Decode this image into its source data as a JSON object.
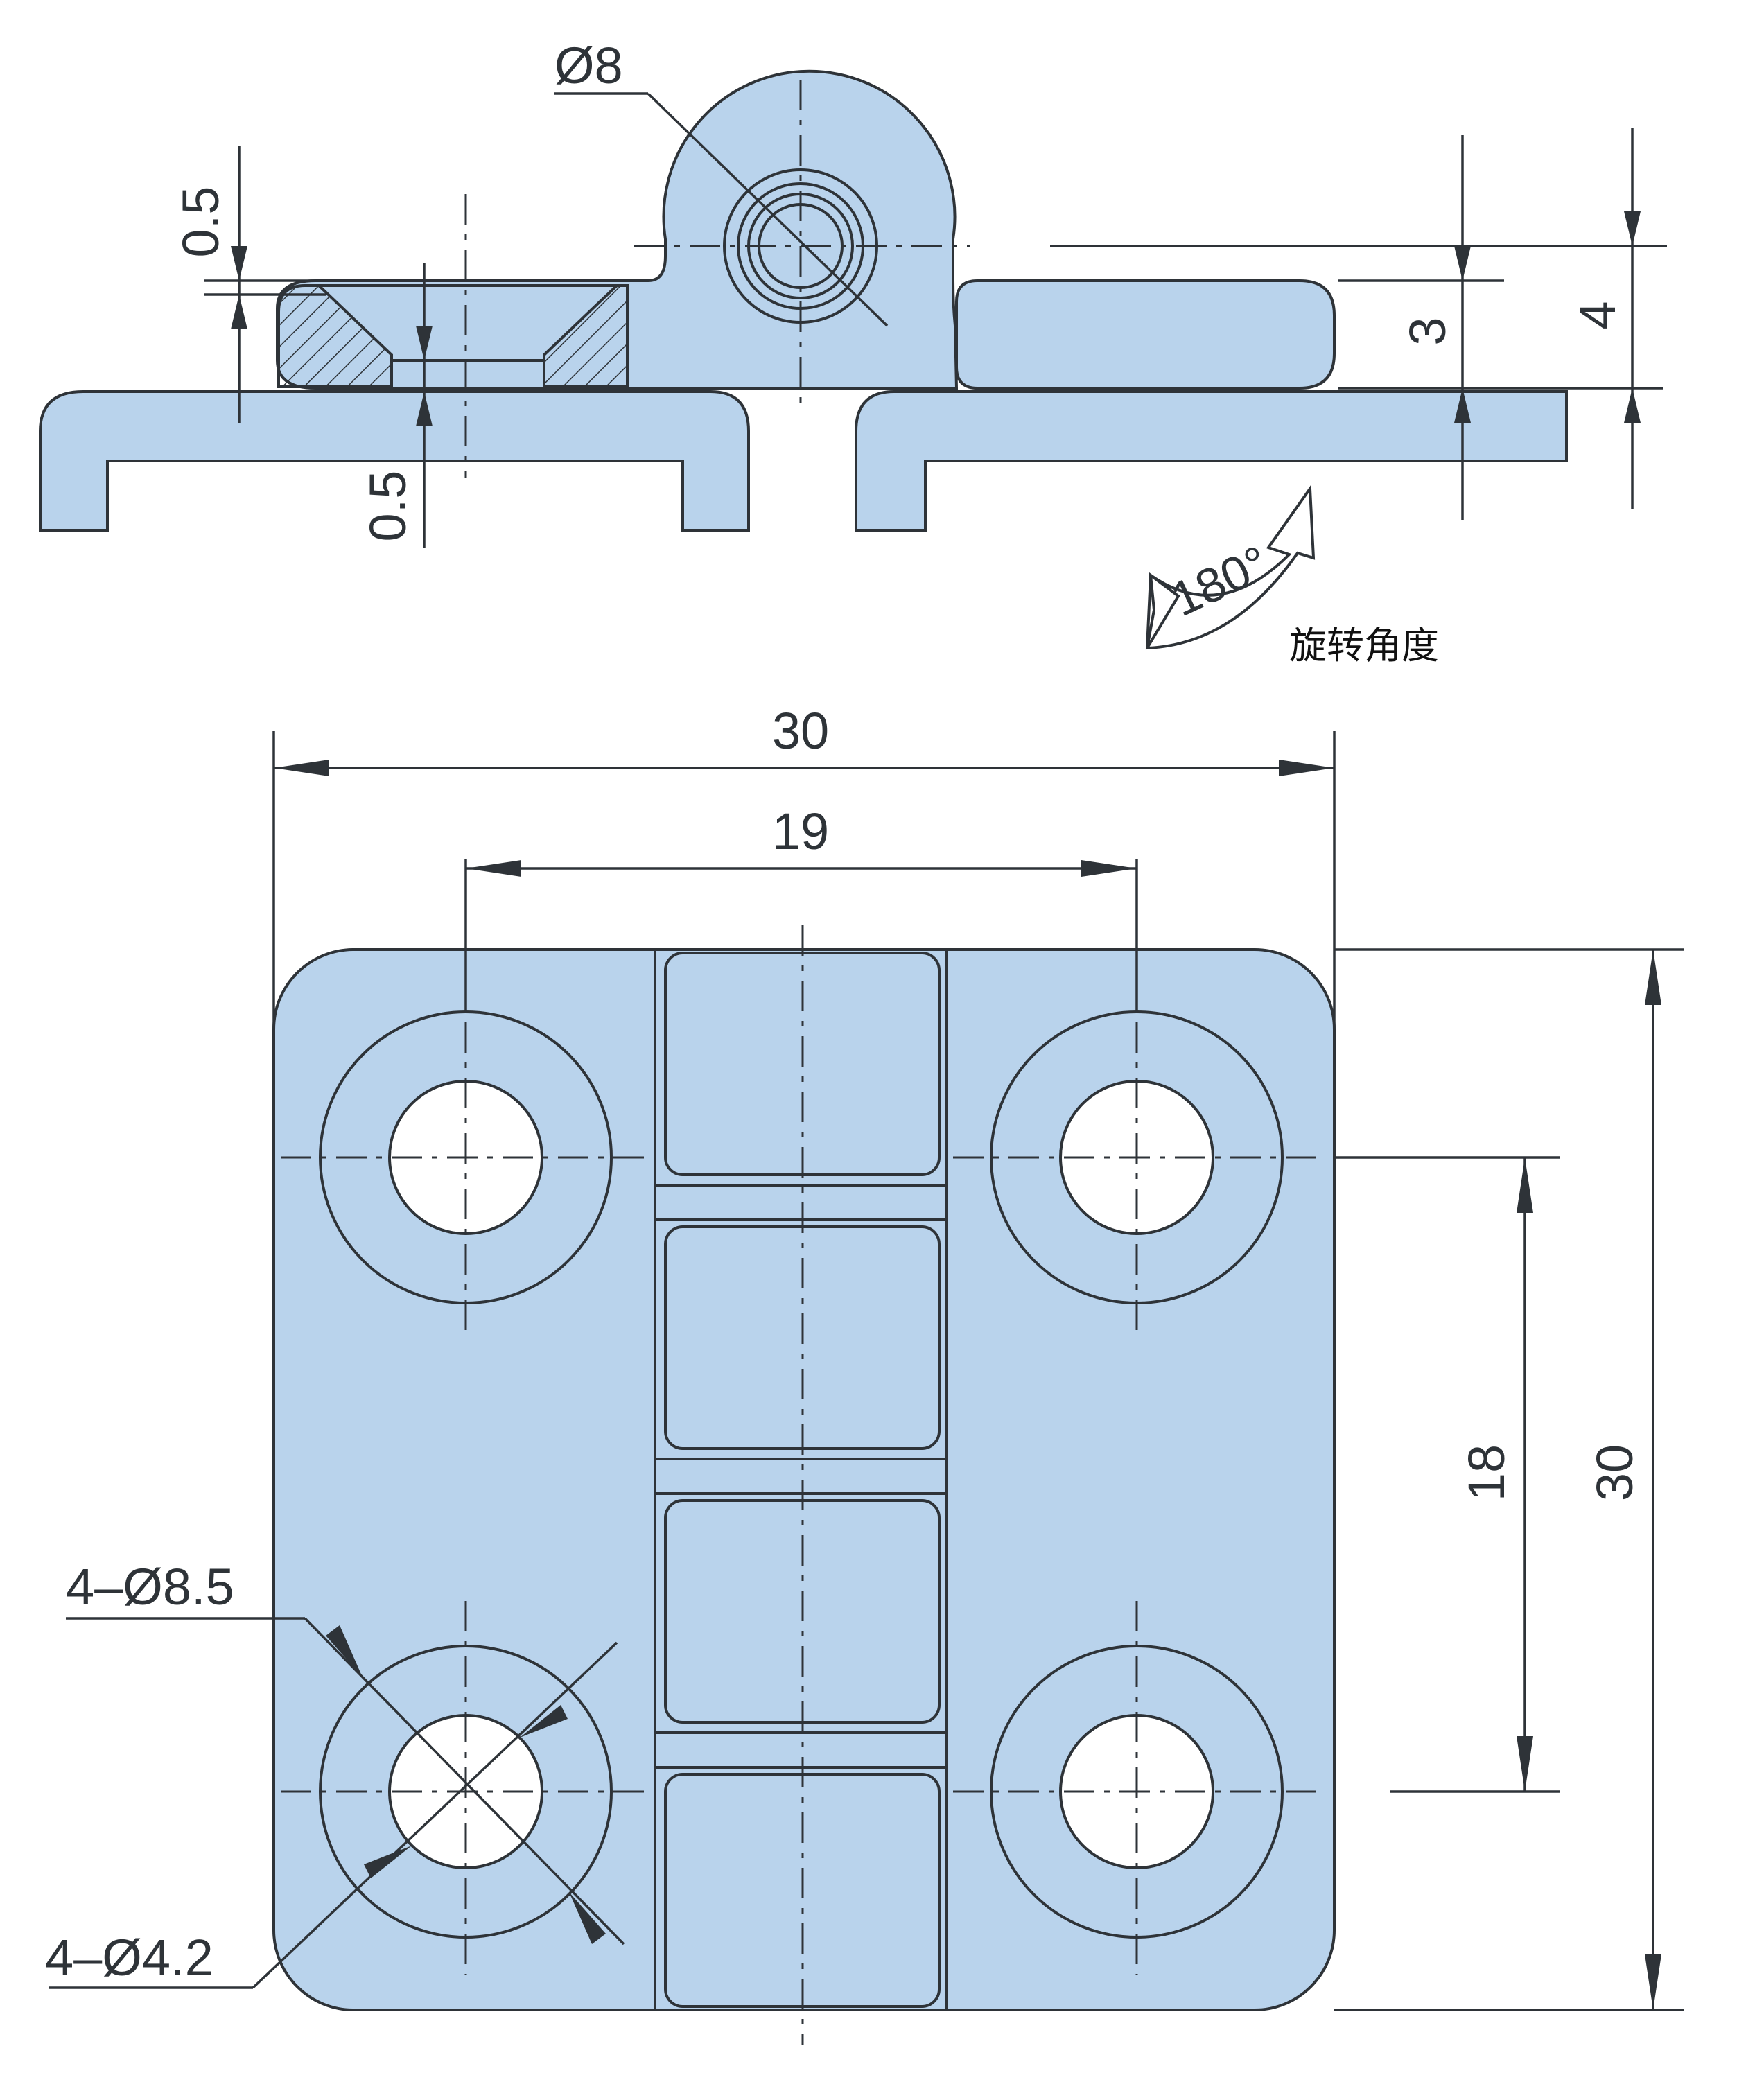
{
  "side_view": {
    "pin_diameter_label": "Ø8",
    "top_gap_label": "0.5",
    "bottom_gap_label": "0.5",
    "leaf_thickness_label": "3",
    "total_thickness_label": "4",
    "rotation_angle_label": "180°",
    "rotation_caption": "旋转角度"
  },
  "top_view": {
    "overall_width_label": "30",
    "hole_pitch_x_label": "19",
    "hole_pitch_y_label": "18",
    "overall_height_label": "30",
    "counterbore_label": "4–Ø8.5",
    "through_hole_label": "4–Ø4.2"
  },
  "colors": {
    "part_fill": "#b9d3ec",
    "line": "#2e3338",
    "background": "#ffffff"
  }
}
